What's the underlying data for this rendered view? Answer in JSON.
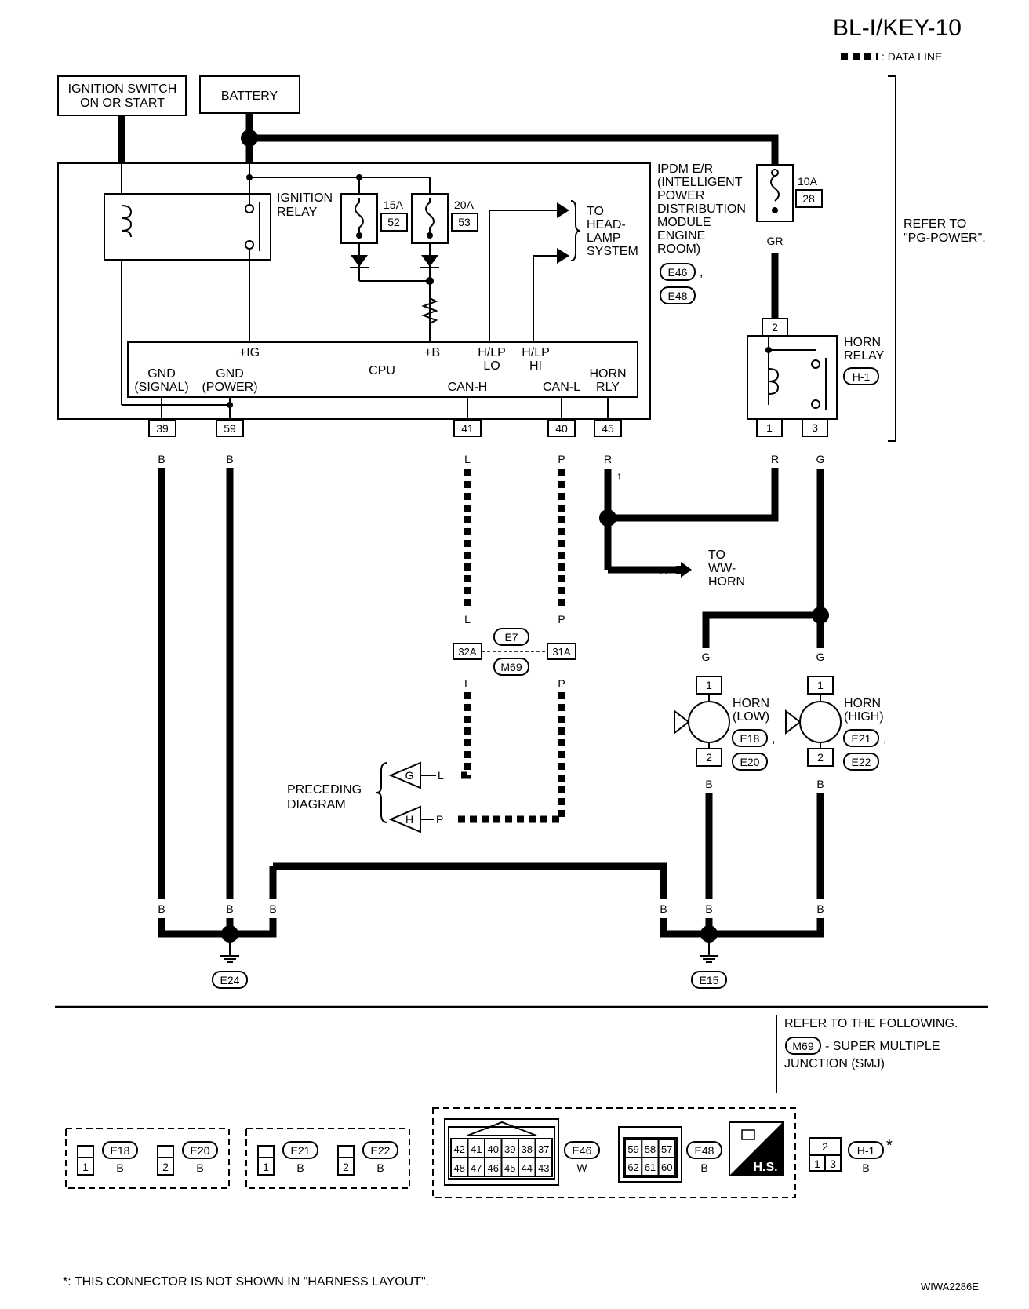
{
  "header": {
    "title": "BL-I/KEY-10",
    "legend_label": ": DATA LINE"
  },
  "inputs": {
    "ignition_switch_line1": "IGNITION SWITCH",
    "ignition_switch_line2": "ON OR START",
    "battery": "BATTERY"
  },
  "ipdm": {
    "ignition_relay_1": "IGNITION",
    "ignition_relay_2": "RELAY",
    "fuse_a_amp": "15A",
    "fuse_a_no": "52",
    "fuse_b_amp": "20A",
    "fuse_b_no": "53",
    "to_headlamp": [
      "TO",
      "HEAD-",
      "LAMP",
      "SYSTEM"
    ],
    "name_lines": [
      "IPDM E/R",
      "(INTELLIGENT",
      "POWER",
      "DISTRIBUTION",
      "MODULE",
      "ENGINE",
      "ROOM)"
    ],
    "conn_e46": "E46",
    "conn_e48": "E48",
    "comma": ",",
    "cpu": "CPU",
    "pin_ig": "+IG",
    "pin_b": "+B",
    "pin_hlp_lo_1": "H/LP",
    "pin_hlp_lo_2": "LO",
    "pin_hlp_hi_1": "H/LP",
    "pin_hlp_hi_2": "HI",
    "pin_gnd_signal_1": "GND",
    "pin_gnd_signal_2": "(SIGNAL)",
    "pin_gnd_power_1": "GND",
    "pin_gnd_power_2": "(POWER)",
    "pin_can_h": "CAN-H",
    "pin_can_l": "CAN-L",
    "pin_horn_rly_1": "HORN",
    "pin_horn_rly_2": "RLY",
    "terminals": [
      "39",
      "59",
      "41",
      "40",
      "45"
    ]
  },
  "fuse_right": {
    "amp": "10A",
    "no": "28",
    "wire": "GR"
  },
  "refer_pg": [
    "REFER TO",
    "\"PG-POWER\"."
  ],
  "horn_relay": {
    "name_1": "HORN",
    "name_2": "RELAY",
    "conn": "H-1",
    "pin_top": "2",
    "pin_l": "1",
    "pin_r": "3"
  },
  "wires": {
    "b": "B",
    "l": "L",
    "p": "P",
    "r": "R",
    "g": "G"
  },
  "ww_horn": [
    "TO",
    "WW-",
    "HORN"
  ],
  "junction": {
    "e7": "E7",
    "m69": "M69",
    "t32a": "32A",
    "t31a": "31A"
  },
  "preceding": {
    "line1": "PRECEDING",
    "line2": "DIAGRAM",
    "g": "G",
    "h": "H"
  },
  "horn_low": {
    "name_1": "HORN",
    "name_2": "(LOW)",
    "c1": "E18",
    "c2": "E20",
    "p1": "1",
    "p2": "2"
  },
  "horn_high": {
    "name_1": "HORN",
    "name_2": "(HIGH)",
    "c1": "E21",
    "c2": "E22",
    "p1": "1",
    "p2": "2"
  },
  "grounds": {
    "e24": "E24",
    "e15": "E15"
  },
  "refer_following": {
    "line1": "REFER TO THE FOLLOWING.",
    "m69": "M69",
    "line2": "- SUPER MULTIPLE",
    "line3": "JUNCTION (SMJ)"
  },
  "connectors": {
    "e18": "E18",
    "e20": "E20",
    "e21": "E21",
    "e22": "E22",
    "one": "1",
    "two": "2",
    "three": "3",
    "b": "B",
    "w": "W",
    "e46": "E46",
    "e48": "E48",
    "h1": "H-1",
    "star": "*",
    "e46_top": [
      "42",
      "41",
      "40",
      "39",
      "38",
      "37"
    ],
    "e46_bot": [
      "48",
      "47",
      "46",
      "45",
      "44",
      "43"
    ],
    "e48_top": [
      "59",
      "58",
      "57"
    ],
    "e48_bot": [
      "62",
      "61",
      "60"
    ],
    "hs": "H.S."
  },
  "footnote": "*: THIS CONNECTOR IS NOT SHOWN IN \"HARNESS LAYOUT\".",
  "code": "WIWA2286E"
}
